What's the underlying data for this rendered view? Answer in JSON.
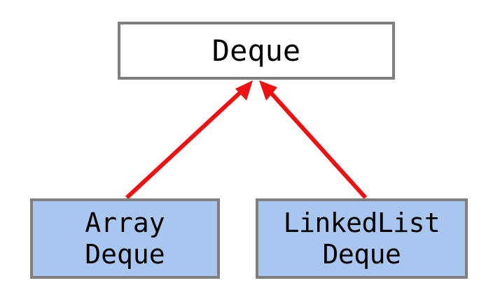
{
  "diagram": {
    "kind": "class-inheritance-diagram",
    "background_color": "#ffffff",
    "nodes": {
      "root": {
        "id": "deque",
        "label": "Deque",
        "lines": [
          "Deque"
        ],
        "fill_color": "#ffffff",
        "border_color": "#7f7f7f"
      },
      "children": [
        {
          "id": "array-deque",
          "label": "ArrayDeque",
          "lines": [
            "Array",
            "Deque"
          ],
          "fill_color": "#a8c6f0",
          "border_color": "#7f7f7f"
        },
        {
          "id": "linkedlist-deque",
          "label": "LinkedListDeque",
          "lines": [
            "LinkedList",
            "Deque"
          ],
          "fill_color": "#a8c6f0",
          "border_color": "#7f7f7f"
        }
      ]
    },
    "edges": [
      {
        "id": "edge-array-deque-to-deque",
        "from": "array-deque",
        "to": "deque",
        "color": "#ee1111",
        "arrowhead": "filled-triangle"
      },
      {
        "id": "edge-linkedlist-deque-to-deque",
        "from": "linkedlist-deque",
        "to": "deque",
        "color": "#ee1111",
        "arrowhead": "filled-triangle"
      }
    ]
  }
}
